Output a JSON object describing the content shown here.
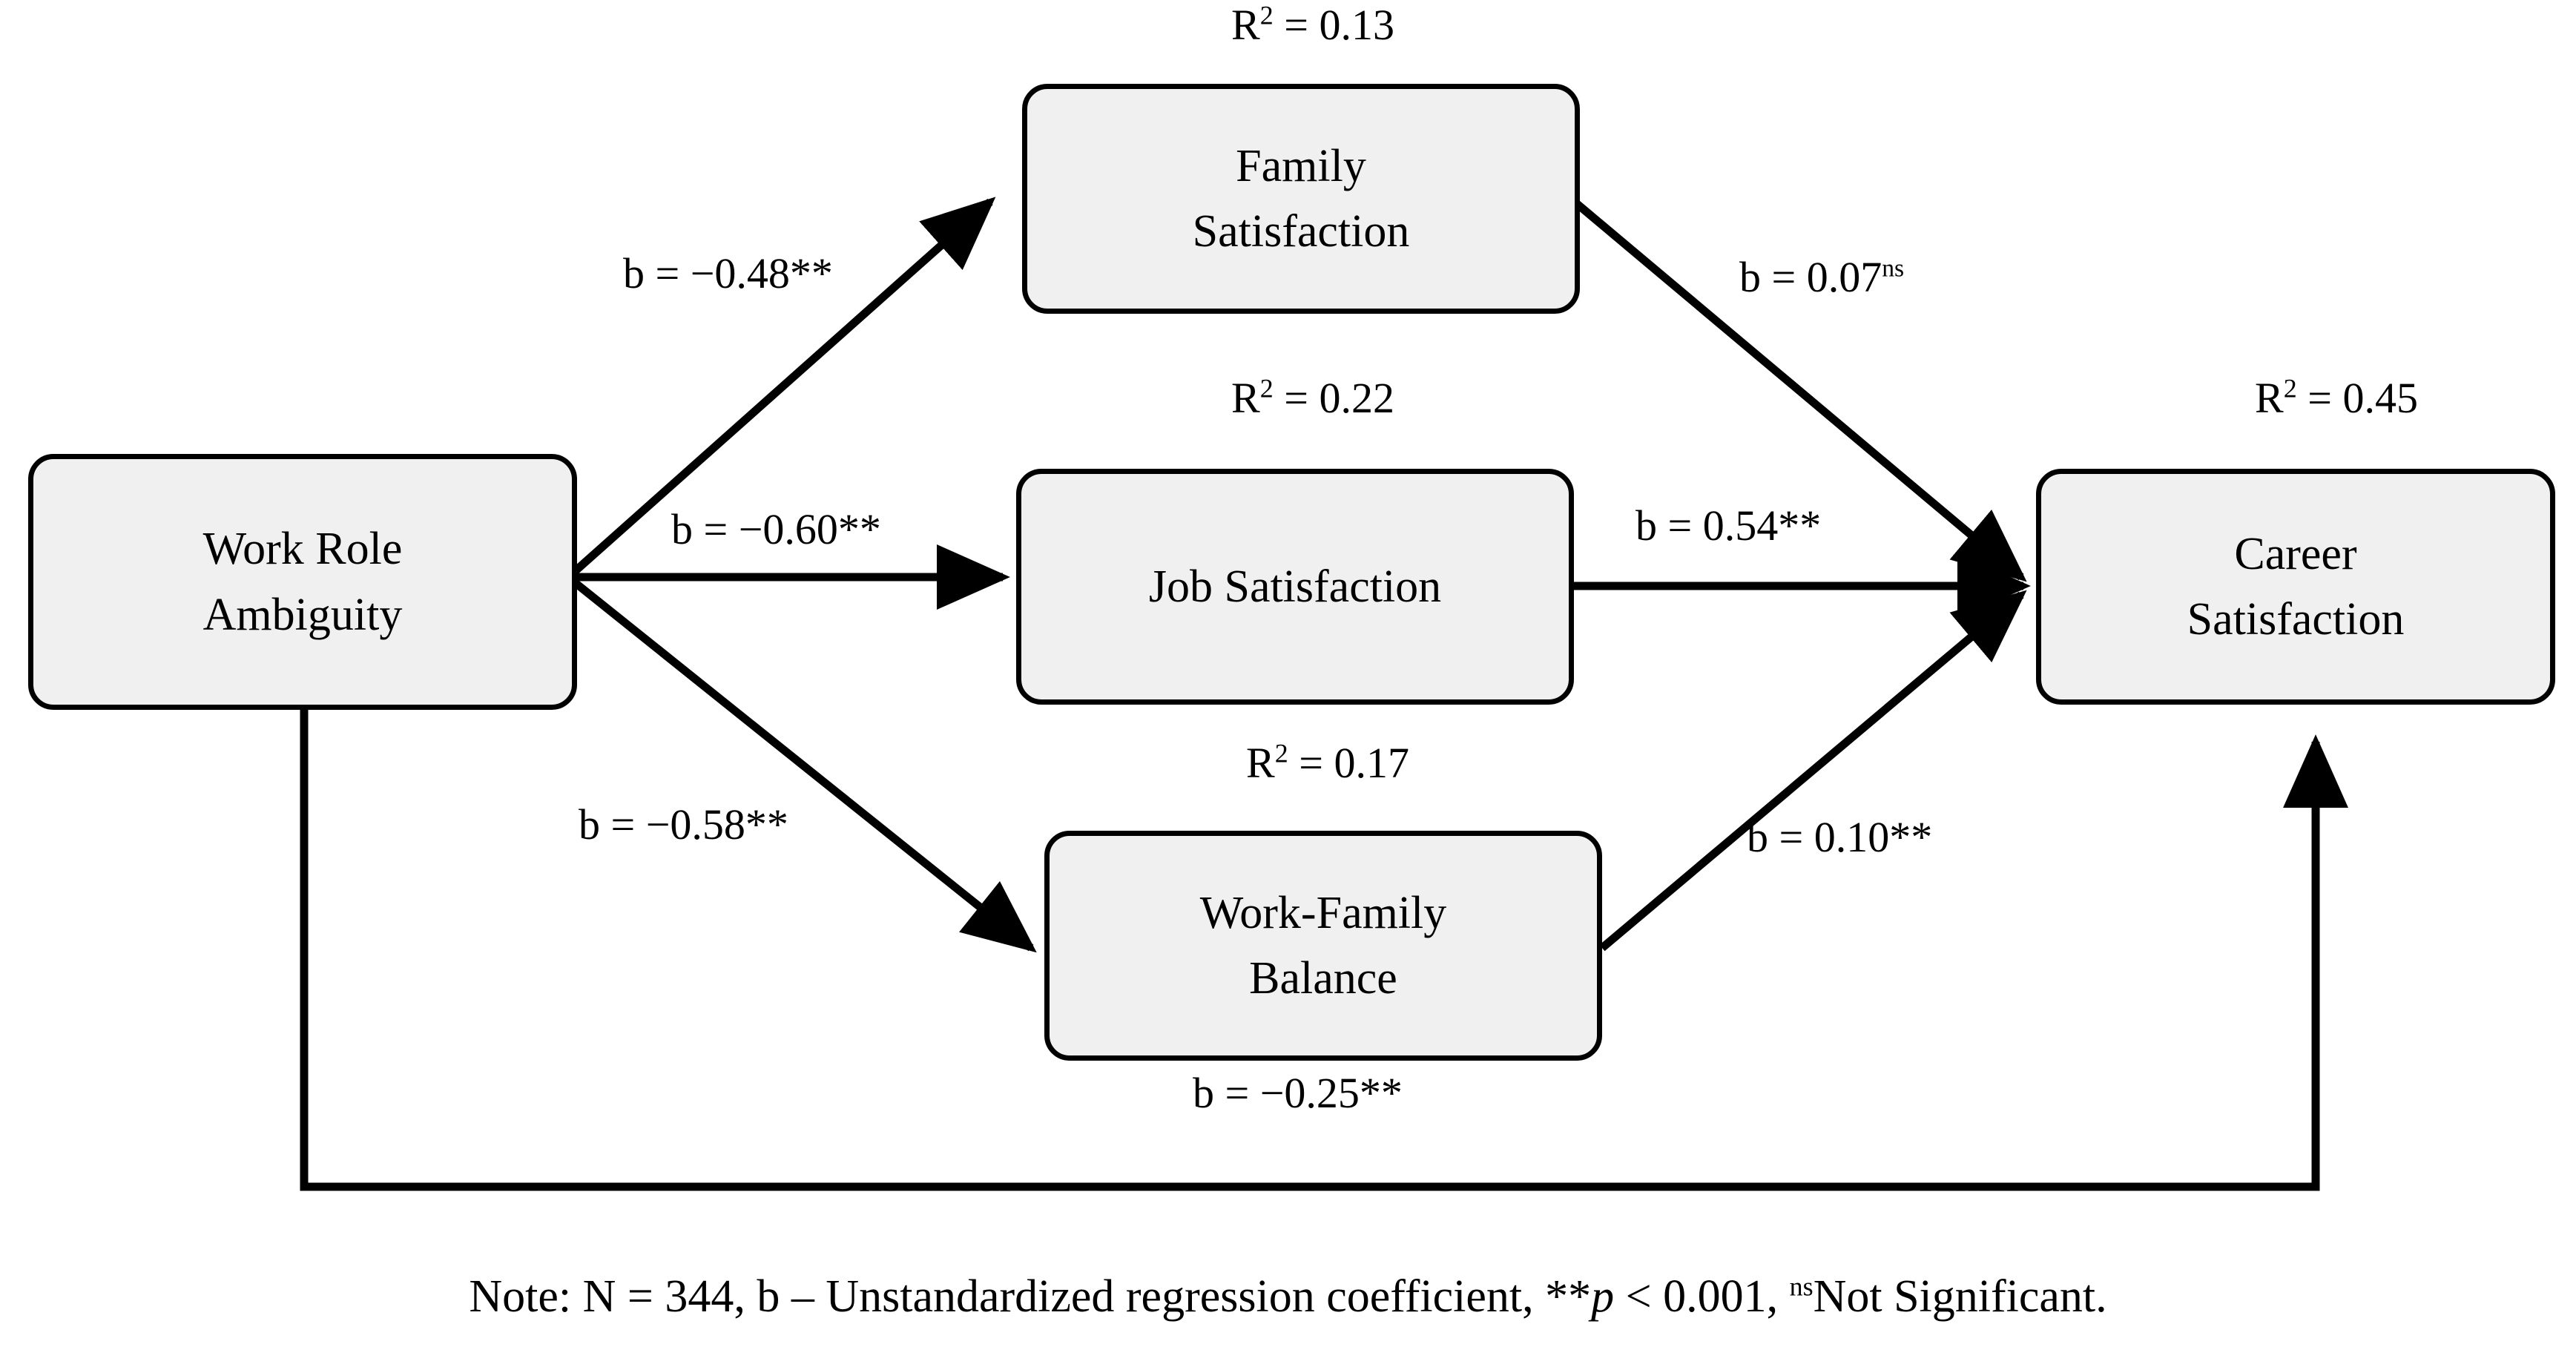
{
  "figure": {
    "type": "path-diagram",
    "caption_note": "Note: N = 344, b − Unstandardized regression coefficient, **p < 0.001, nsNot Significant.",
    "note_parts": {
      "prefix": "Note: N = 344, b – Unstandardized regression coefficient, ",
      "stars": "**",
      "p_italic": "p",
      "p_value": " < 0.001, ",
      "ns_sup": "ns",
      "ns_text": "Not Significant."
    }
  },
  "nodes": [
    {
      "id": "work-role-ambiguity",
      "lines": [
        "Work Role",
        "Ambiguity"
      ],
      "r2": null
    },
    {
      "id": "family-satisfaction",
      "lines": [
        "Family",
        "Satisfaction"
      ],
      "r2": {
        "symbol": "R",
        "exponent": "2",
        "equals": " = ",
        "value": "0.13"
      }
    },
    {
      "id": "job-satisfaction",
      "lines": [
        "Job Satisfaction"
      ],
      "r2": {
        "symbol": "R",
        "exponent": "2",
        "equals": " = ",
        "value": "0.22"
      }
    },
    {
      "id": "work-family-balance",
      "lines": [
        "Work-Family",
        "Balance"
      ],
      "r2": {
        "symbol": "R",
        "exponent": "2",
        "equals": " = ",
        "value": "0.17"
      }
    },
    {
      "id": "career-satisfaction",
      "lines": [
        "Career",
        "Satisfaction"
      ],
      "r2": {
        "symbol": "R",
        "exponent": "2",
        "equals": " = ",
        "value": "0.45"
      }
    }
  ],
  "paths": [
    {
      "id": "wra-to-family",
      "from": "work-role-ambiguity",
      "to": "family-satisfaction",
      "label": "b = −0.48**",
      "coefficient": -0.48,
      "significance": "**"
    },
    {
      "id": "wra-to-job",
      "from": "work-role-ambiguity",
      "to": "job-satisfaction",
      "label": "b = −0.60**",
      "coefficient": -0.6,
      "significance": "**"
    },
    {
      "id": "wra-to-wfb",
      "from": "work-role-ambiguity",
      "to": "work-family-balance",
      "label": "b = −0.58**",
      "coefficient": -0.58,
      "significance": "**"
    },
    {
      "id": "family-to-career",
      "from": "family-satisfaction",
      "to": "career-satisfaction",
      "label_base": "b = 0.07",
      "label_sup": "ns",
      "coefficient": 0.07,
      "significance": "ns"
    },
    {
      "id": "job-to-career",
      "from": "job-satisfaction",
      "to": "career-satisfaction",
      "label": "b = 0.54**",
      "coefficient": 0.54,
      "significance": "**"
    },
    {
      "id": "wfb-to-career",
      "from": "work-family-balance",
      "to": "career-satisfaction",
      "label": "b = 0.10**",
      "coefficient": 0.1,
      "significance": "**"
    },
    {
      "id": "wra-to-career-direct",
      "from": "work-role-ambiguity",
      "to": "career-satisfaction",
      "label": "b = −0.25**",
      "coefficient": -0.25,
      "significance": "**"
    }
  ],
  "colors": {
    "box_fill": "#f0f0f0",
    "stroke": "#000000",
    "background": "#ffffff"
  }
}
